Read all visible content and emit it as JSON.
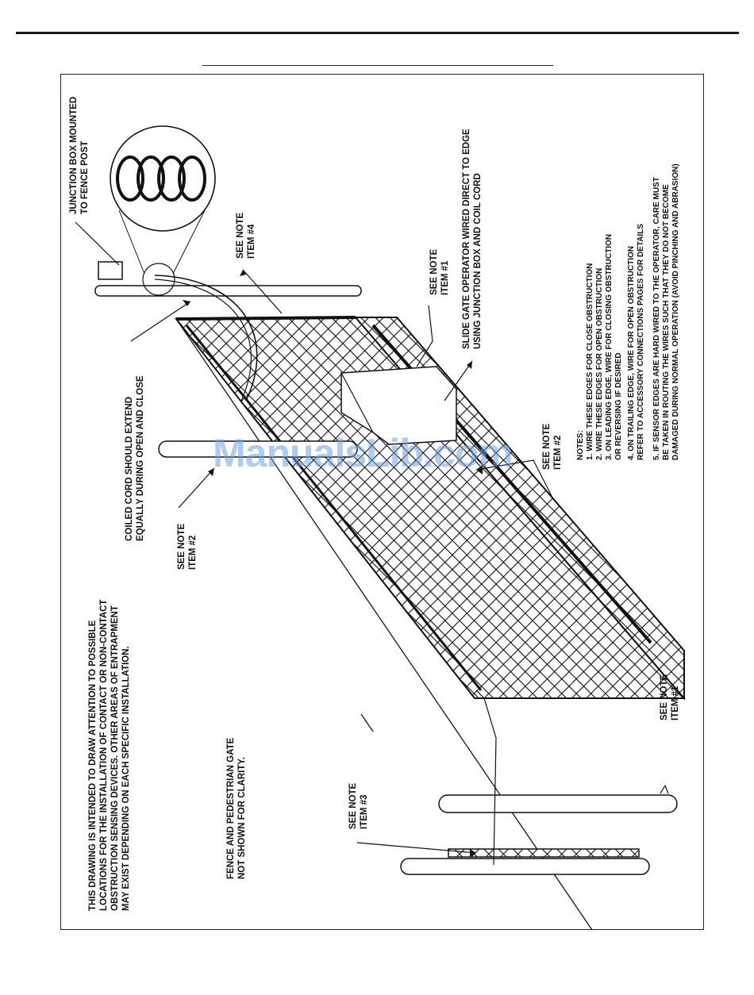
{
  "labels": {
    "intro_lines": [
      "THIS DRAWING IS INTENDED TO DRAW ATTENTION TO POSSIBLE",
      "LOCATIONS FOR THE INSTALLATION OF CONTACT OR NON-CONTACT",
      "OBSTRUCTION SENSING DEVICES. OTHER AREAS OF ENTRAPMENT",
      "MAY EXIST DEPENDING ON EACH SPECIFIC INSTALLATION."
    ],
    "fence_lines": [
      "FENCE AND PEDESTRIAN GATE",
      "NOT SHOWN FOR CLARITY."
    ],
    "see_note_3": [
      "SEE NOTE",
      "ITEM #3"
    ],
    "see_note_1_bottom": [
      "SEE NOTE",
      "ITEM #1"
    ],
    "see_note_2_left": [
      "SEE NOTE",
      "ITEM #2"
    ],
    "coiled_cord": [
      "COILED CORD SHOULD EXTEND",
      "EQUALLY DURING OPEN AND CLOSE"
    ],
    "see_note_4": [
      "SEE NOTE",
      "ITEM #4"
    ],
    "junction_box": [
      "JUNCTION BOX MOUNTED",
      "TO FENCE POST"
    ],
    "see_note_1_top": [
      "SEE NOTE",
      "ITEM #1"
    ],
    "slide_gate": [
      "SLIDE GATE OPERATOR WIRED DIRECT TO EDGE",
      "USING JUNCTION BOX AND COIL CORD"
    ],
    "see_note_2_right": [
      "SEE NOTE",
      "ITEM #2"
    ]
  },
  "notes": {
    "heading": "NOTES:",
    "lines": [
      "1. WIRE THESE EDGES FOR CLOSE OBSTRUCTION",
      "2. WIRE THESE EDGES FOR OPEN OBSTRUCTION",
      "3. ON LEADING EDGE, WIRE FOR CLOSING OBSTRUCTION",
      "    OR REVERSING IF DESIRED",
      "4. ON TRAILING EDGE, WIRE FOR OPEN OBSTRUCTION",
      "    REFER TO ACCESSORY CONNECTIONS PAGES FOR DETAILS",
      "5. IF SENSOR EDGES ARE HARD WIRED TO THE OPERATOR, CARE MUST",
      "    BE TAKEN IN ROUTING THE WIRES SUCH THAT THEY DO NOT BECOME",
      "    DAMAGED DURING NORMAL OPERATION (AVOID PINCHING AND ABRASION)"
    ]
  },
  "watermark": "ManualsLib.com",
  "colors": {
    "ink": "#111111",
    "watermark": "#6ea0e1"
  }
}
